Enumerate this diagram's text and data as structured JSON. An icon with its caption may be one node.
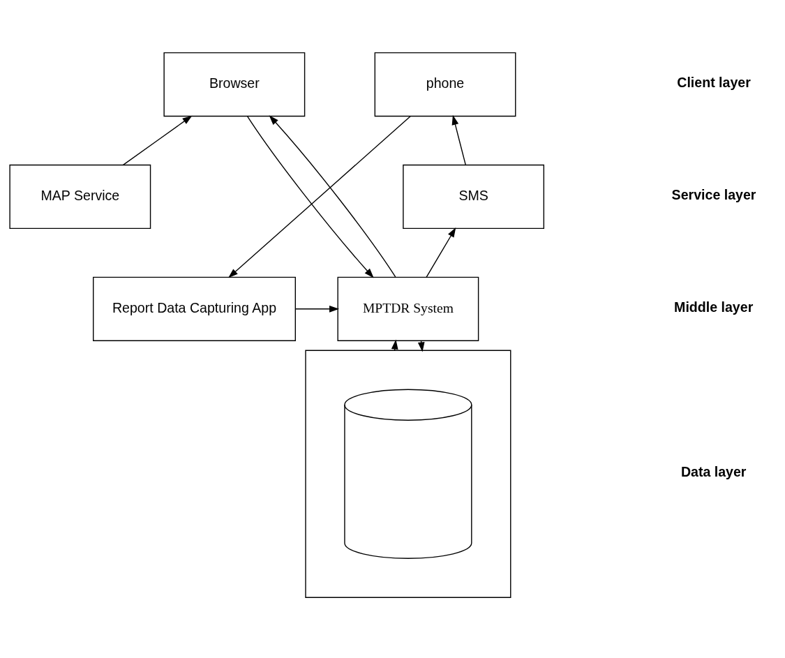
{
  "diagram": {
    "nodes": [
      {
        "text": [
          "Browser"
        ]
      },
      {
        "text": [
          "phone"
        ]
      },
      {
        "text": [
          "MAP Service"
        ]
      },
      {
        "text": [
          "SMS"
        ]
      },
      {
        "text": [
          "MPTDR System"
        ]
      },
      {
        "text": [
          "Report Data Capturing App"
        ]
      },
      {
        "text": [],
        "shape": "box"
      },
      {
        "text": [],
        "shape": "cylinder",
        "in": 6
      }
    ],
    "edges": [
      {
        "from": 2,
        "to": 0,
        "arrow": "to"
      },
      {
        "from": 0,
        "to": 4,
        "arrow": "to"
      },
      {
        "from": 4,
        "to": 0,
        "arrow": "to"
      },
      {
        "from": 3,
        "to": 1,
        "arrow": "to"
      },
      {
        "from": 4,
        "to": 3,
        "arrow": "to"
      },
      {
        "from": 1,
        "to": 5,
        "arrow": "to"
      },
      {
        "from": 5,
        "to": 4,
        "arrow": "to"
      },
      {
        "from": 6,
        "to": 4,
        "arrow": "to"
      },
      {
        "from": 4,
        "to": 6,
        "arrow": "to"
      }
    ],
    "labels": [
      "Client layer",
      "Service layer",
      "Middle layer",
      "Data layer"
    ]
  }
}
